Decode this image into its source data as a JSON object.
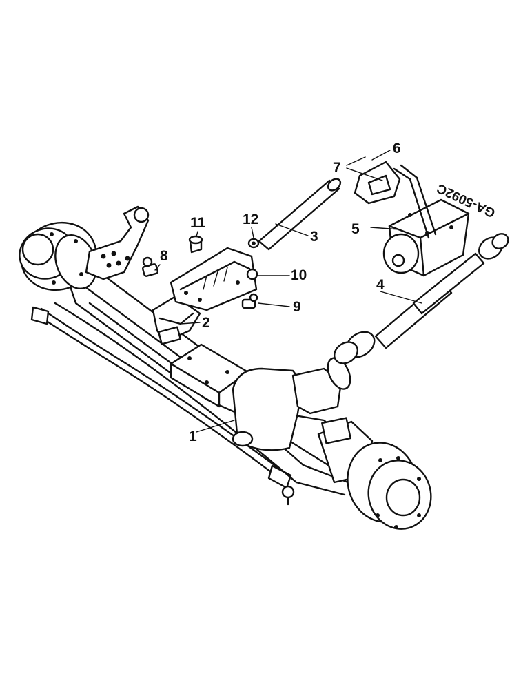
{
  "drawing_code": "GA-5092C",
  "callouts": {
    "c1": "1",
    "c2": "2",
    "c3": "3",
    "c4": "4",
    "c5": "5",
    "c6": "6",
    "c7": "7",
    "c8": "8",
    "c9": "9",
    "c10": "10",
    "c11": "11",
    "c12": "12"
  }
}
